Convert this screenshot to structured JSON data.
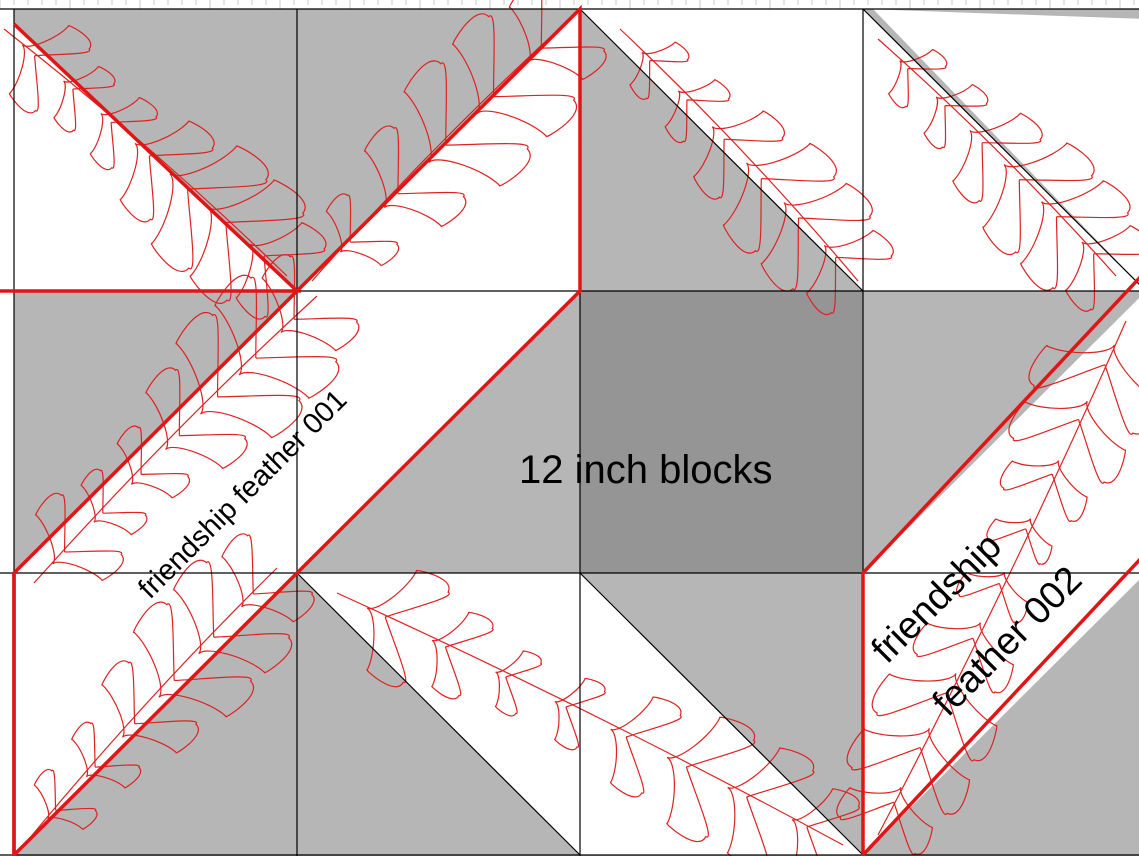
{
  "labels": {
    "pattern_001": "friendship feather 001",
    "pattern_002_line1": "friendship",
    "pattern_002_line2": "feather 002",
    "block_size": "12 inch blocks"
  },
  "colors": {
    "background": "#ffffff",
    "gray_light": "#b6b6b6",
    "gray_dark": "#959595",
    "grid": "#000000",
    "feather": "#dd2222",
    "border": "#e01515",
    "ruler": "#c8c8c8"
  },
  "icons": {
    "feather": "feather-motif"
  }
}
